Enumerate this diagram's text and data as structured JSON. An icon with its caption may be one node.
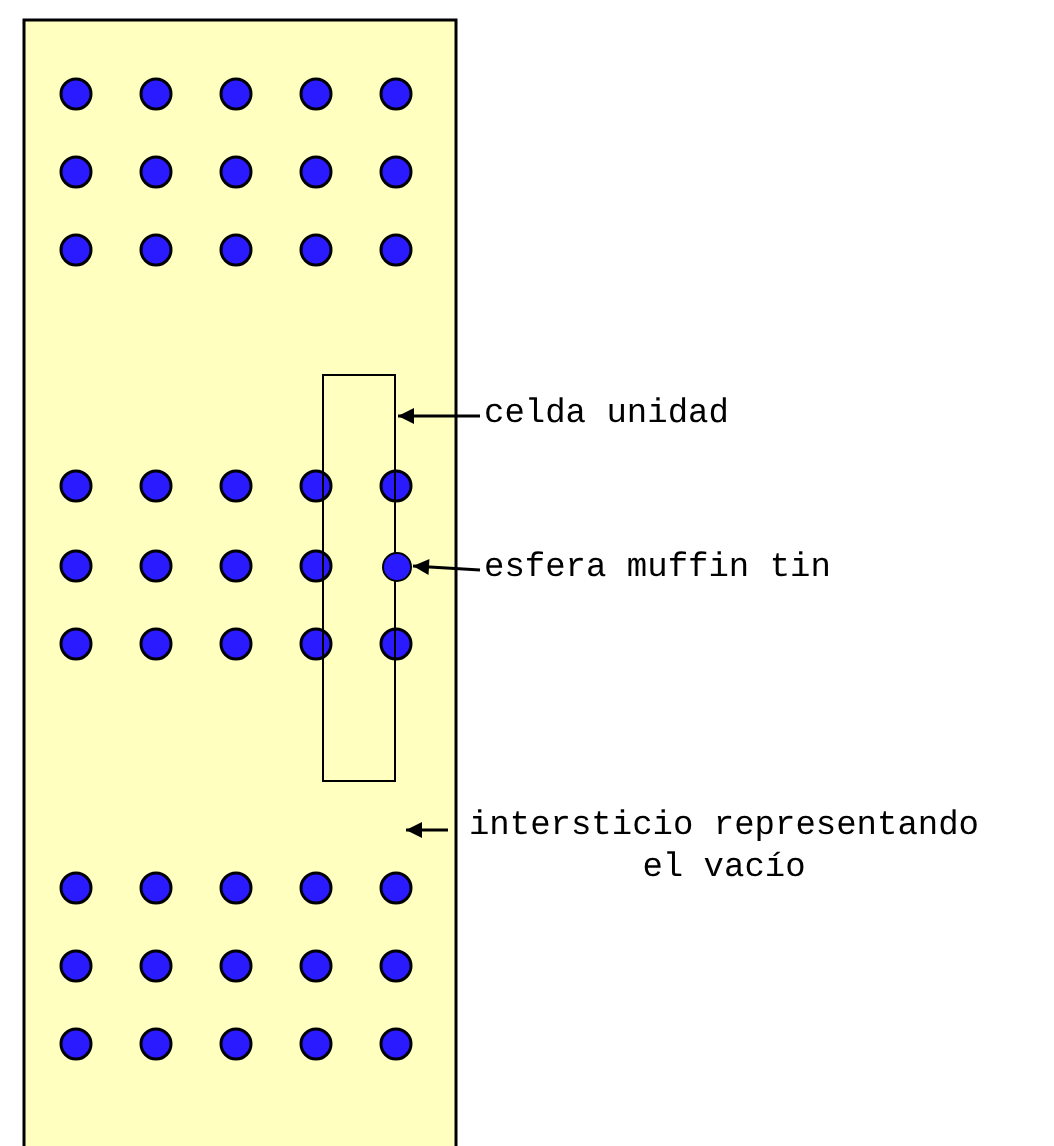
{
  "diagram": {
    "nodes": [
      {
        "text": [
          "celda unidad"
        ]
      },
      {
        "text": [],
        "shape": "box"
      },
      {
        "text": [
          "esfera muffin tin"
        ]
      },
      {
        "text": [],
        "shape": "circle"
      },
      {
        "text": [
          "intersticio representando el vacío"
        ]
      }
    ],
    "edges": [
      {
        "from": 0,
        "to": 1,
        "arrow": "to"
      },
      {
        "from": 2,
        "to": 3,
        "arrow": "to"
      },
      {
        "from": 4,
        "to": null,
        "arrow": "to"
      }
    ]
  }
}
